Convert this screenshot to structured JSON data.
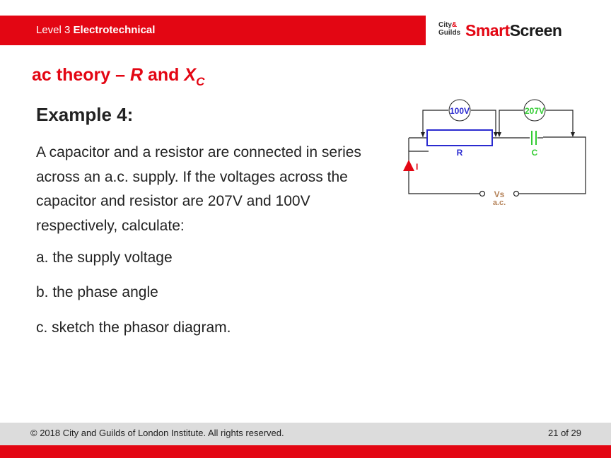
{
  "header": {
    "level_prefix": "Level 3",
    "level_course": "Electrotechnical",
    "logo_city": "City",
    "logo_amp": "&",
    "logo_guilds": "Guilds",
    "logo_smart": "Smart",
    "logo_screen": "Screen"
  },
  "slide": {
    "title_prefix": "ac theory –",
    "title_r": "R",
    "title_and": "and",
    "title_x": "X",
    "title_sub": "C",
    "heading": "Example 4:",
    "body": "A capacitor and a resistor are connected in series across an a.c. supply. If the voltages across the capacitor and resistor are 207V and 100V respectively, calculate:",
    "items": [
      "a. the supply voltage",
      "b. the phase angle",
      "c. sketch the phasor diagram."
    ]
  },
  "circuit": {
    "meter_r": "100V",
    "meter_c": "207V",
    "label_r": "R",
    "label_c": "C",
    "label_i": "I",
    "label_vs": "Vs",
    "label_ac": "a.c.",
    "colors": {
      "resistor": "#2a2ad0",
      "capacitor": "#33cc33",
      "supply": "#b5835a",
      "current": "#e30613",
      "wire": "#222222"
    }
  },
  "footer": {
    "copyright": "© 2018 City and Guilds of London Institute. All rights reserved.",
    "page": "21 of 29"
  },
  "colors": {
    "brand_red": "#e30613",
    "footer_grey": "#dcdcdc"
  }
}
